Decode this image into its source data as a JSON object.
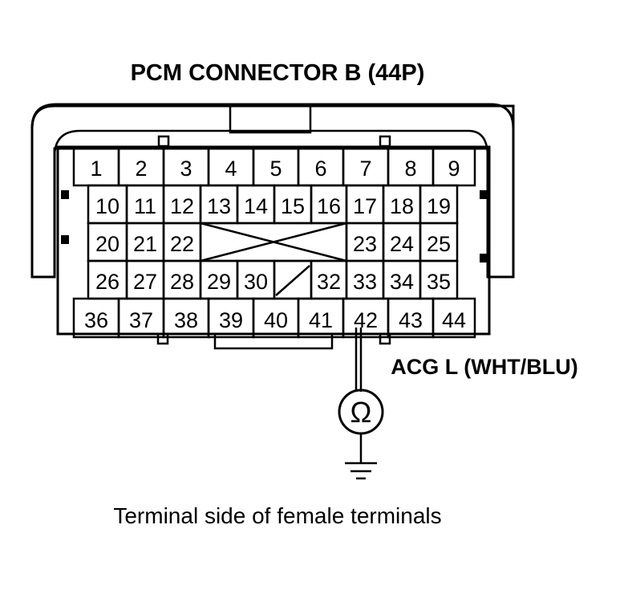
{
  "title": "PCM CONNECTOR B (44P)",
  "wire_label": "ACG L (WHT/BLU)",
  "meter_symbol": "Ω",
  "caption": "Terminal side of female terminals",
  "terminals": {
    "row1": [
      "1",
      "2",
      "3",
      "4",
      "5",
      "6",
      "7",
      "8",
      "9"
    ],
    "row2": [
      "10",
      "11",
      "12",
      "13",
      "14",
      "15",
      "16",
      "17",
      "18",
      "19"
    ],
    "row3": [
      "20",
      "21",
      "22",
      "23",
      "24",
      "25"
    ],
    "row4": [
      "26",
      "27",
      "28",
      "29",
      "30",
      "32",
      "33",
      "34",
      "35"
    ],
    "row5": [
      "36",
      "37",
      "38",
      "39",
      "40",
      "41",
      "42",
      "43",
      "44"
    ]
  },
  "probed_terminal": "42",
  "icons": [
    "ohmmeter-icon",
    "ground-icon"
  ]
}
